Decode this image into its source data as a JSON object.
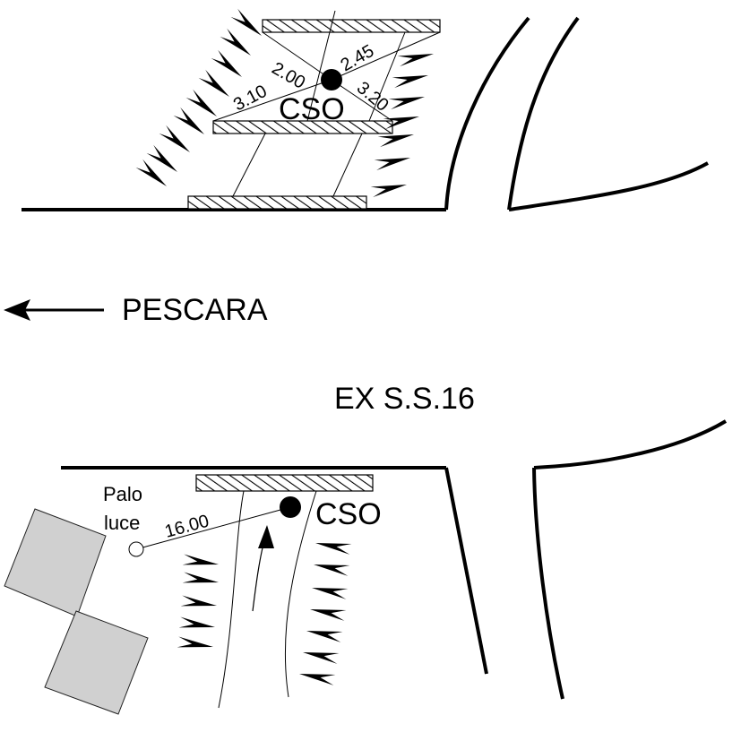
{
  "labels": {
    "direction": "PESCARA",
    "road": "EX S.S.16",
    "top_point": "CSO",
    "bottom_point": "CSO",
    "pole_line1": "Palo",
    "pole_line2": "luce"
  },
  "dimensions": {
    "top_d1": "2.00",
    "top_d2": "2.45",
    "top_d3": "3.10",
    "top_d4": "3.20",
    "bottom_d1": "16.00"
  },
  "colors": {
    "ink": "#000000",
    "building_fill": "#d0d0d0"
  }
}
